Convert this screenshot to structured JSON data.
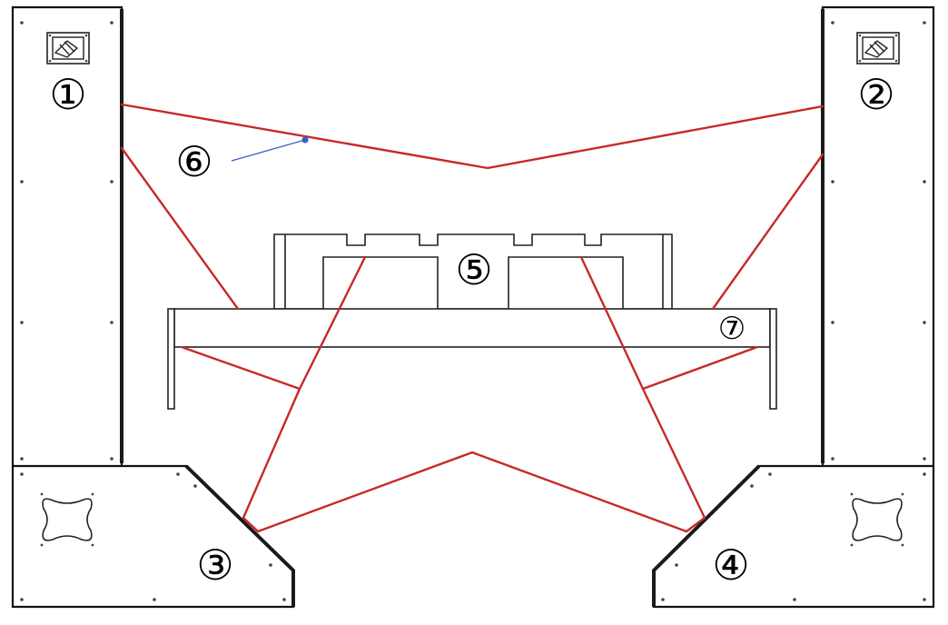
{
  "callouts": {
    "c1": "①",
    "c2": "②",
    "c3": "③",
    "c4": "④",
    "c5": "⑤",
    "c6": "⑥",
    "c7": "⑦"
  },
  "colors": {
    "rope": "#c82828",
    "frame": "#111111",
    "leader": "#3a5fcd"
  },
  "icons": {
    "camera_top_left": "camera-icon",
    "camera_top_right": "camera-icon",
    "cutout_bottom_left": "rounded-cross-cutout-icon",
    "cutout_bottom_right": "rounded-cross-cutout-icon"
  }
}
